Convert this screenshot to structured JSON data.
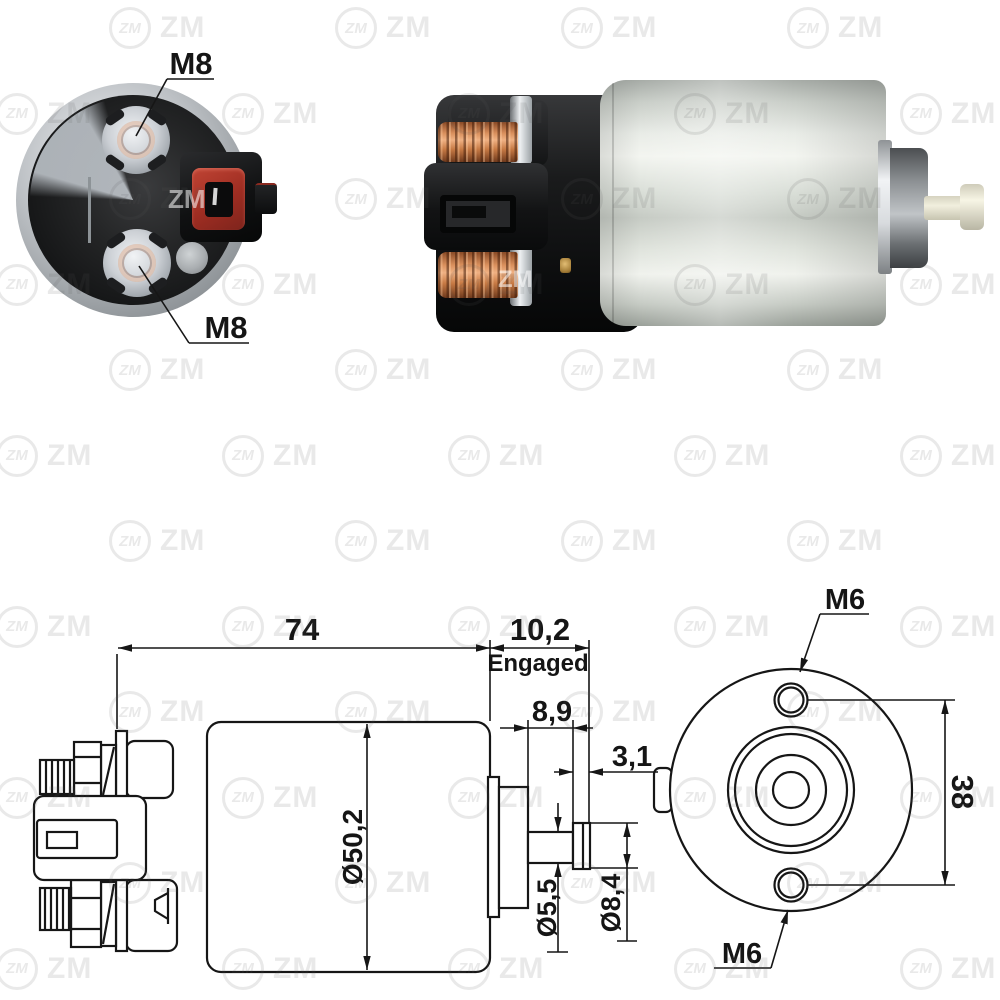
{
  "watermark": {
    "logo_text": "ZM",
    "brand_text": "ZM"
  },
  "photo_end_view": {
    "label_terminal_top": "M8",
    "label_terminal_bottom": "M8",
    "overlay_brand": "ZM"
  },
  "photo_side_view": {
    "overlay_brand": "ZM"
  },
  "drawing": {
    "dim_body_length": "74",
    "dim_stroke": "10,2",
    "stroke_caption": "Engaged",
    "dim_shoulder": "8,9",
    "dim_tip": "3,1",
    "dim_body_diameter": "Ø50,2",
    "dim_rod_diameter": "Ø5,5",
    "dim_head_diameter": "Ø8,4",
    "dim_hole_spacing": "38",
    "label_hole_top": "M6",
    "label_hole_bottom": "M6"
  },
  "colors": {
    "line": "#161616",
    "copper": "#d98f5c",
    "red_connector": "#9e2d22",
    "metal_can": "#d9ded7",
    "background": "#ffffff"
  }
}
